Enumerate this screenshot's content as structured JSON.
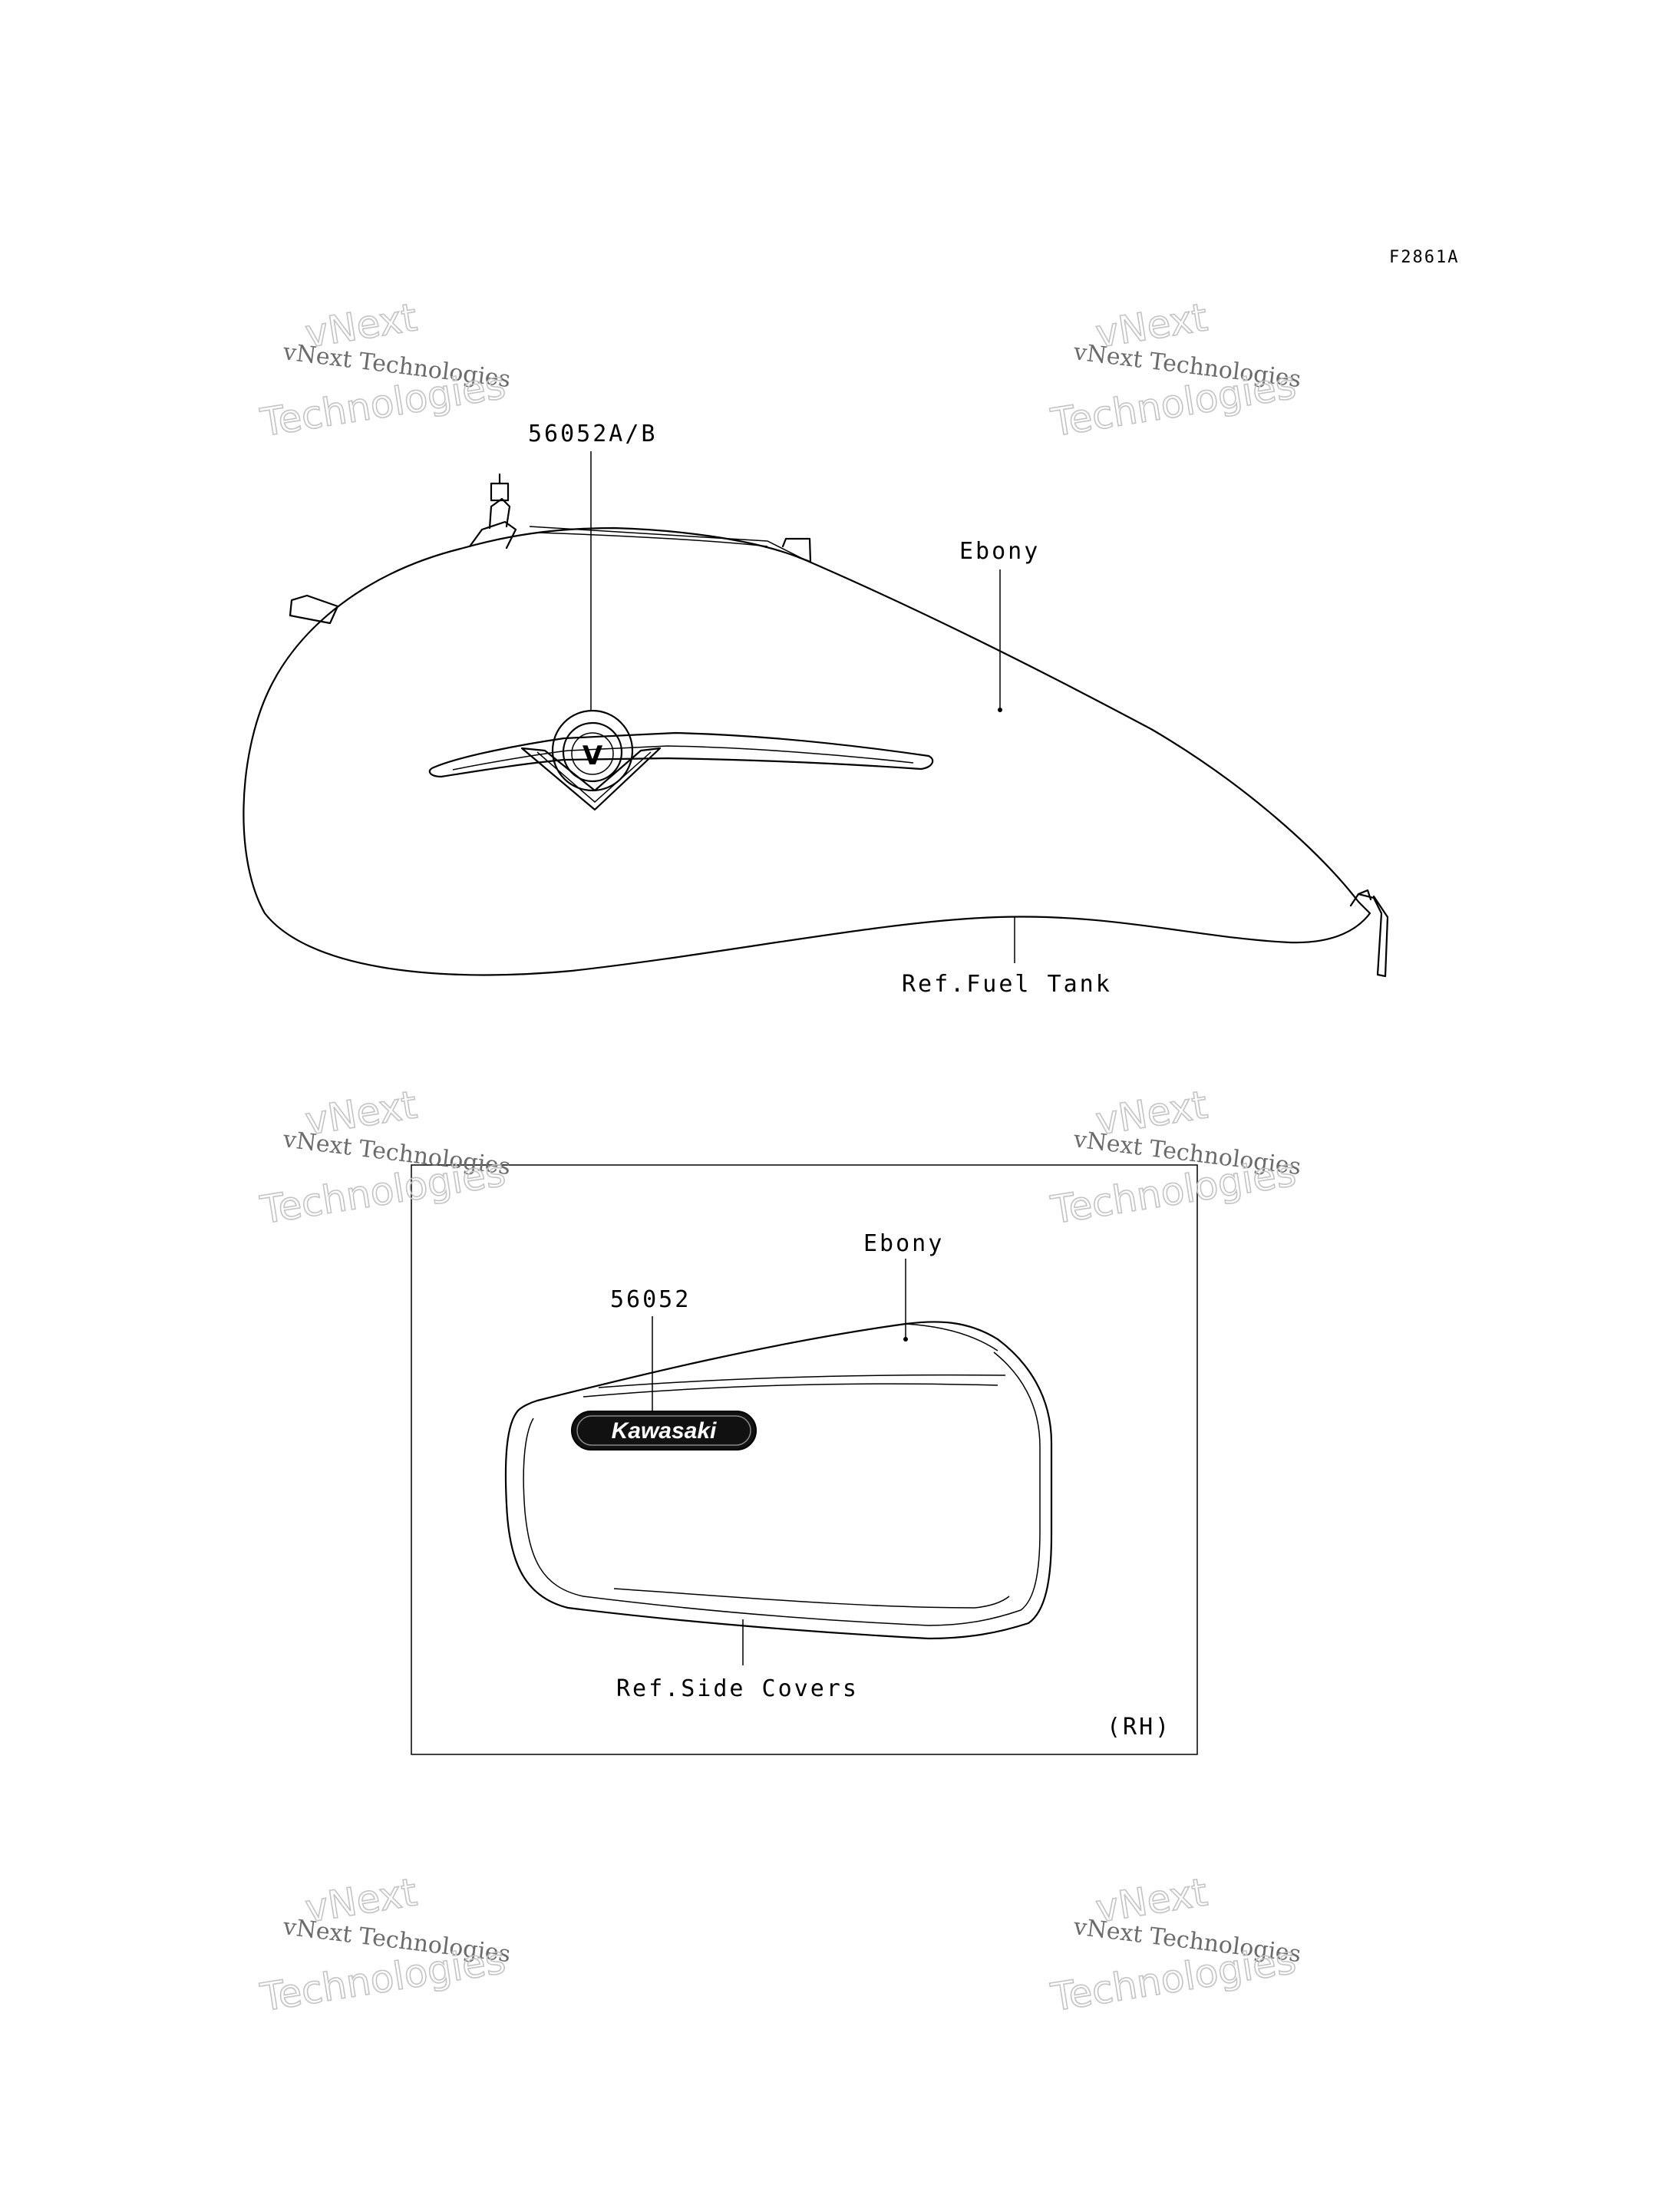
{
  "figure_code": "F2861A",
  "callouts": {
    "tank_part": "56052A/B",
    "tank_color": "Ebony",
    "tank_ref": "Ref.Fuel Tank",
    "cover_part": "56052",
    "cover_color": "Ebony",
    "cover_ref": "Ref.Side Covers",
    "cover_side": "(RH)"
  },
  "decal_text": {
    "kawasaki": "Kawasaki",
    "emblem_letter": "V"
  },
  "watermark": {
    "line_small": "vNext Technologies",
    "line_big_1": "vNext",
    "line_big_2": "Technologies"
  },
  "colors": {
    "line": "#000000",
    "watermark_small": "#6b6b6b",
    "watermark_big": "#c4c4c4"
  }
}
